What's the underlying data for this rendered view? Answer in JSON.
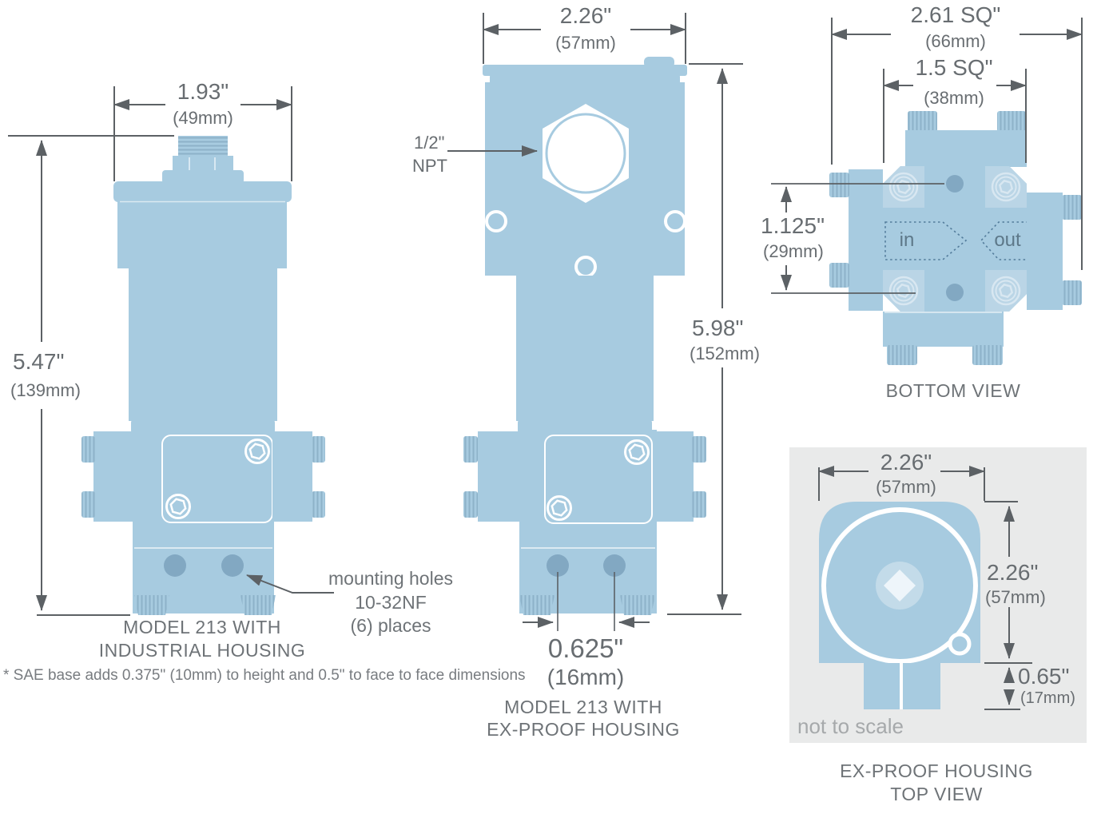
{
  "industrial": {
    "width_in": "1.93\"",
    "width_mm": "(49mm)",
    "height_in": "5.47\"",
    "height_mm": "(139mm)",
    "caption1": "MODEL 213 WITH",
    "caption2": "INDUSTRIAL HOUSING"
  },
  "exproof_front": {
    "width_in": "2.26\"",
    "width_mm": "(57mm)",
    "height_in": "5.98\"",
    "height_mm": "(152mm)",
    "npt1": "1/2\"",
    "npt2": "NPT",
    "holes_in": "0.625\"",
    "holes_mm": "(16mm)",
    "caption1": "MODEL 213 WITH",
    "caption2": "EX-PROOF HOUSING"
  },
  "bottom_view": {
    "outer_in": "2.61 SQ\"",
    "outer_mm": "(66mm)",
    "inner_in": "1.5 SQ\"",
    "inner_mm": "(38mm)",
    "holes_in": "1.125\"",
    "holes_mm": "(29mm)",
    "port_in": "in",
    "port_out": "out",
    "caption": "BOTTOM VIEW"
  },
  "exproof_top": {
    "width_in": "2.26\"",
    "width_mm": "(57mm)",
    "height_in": "2.26\"",
    "height_mm": "(57mm)",
    "base_in": "0.65\"",
    "base_mm": "(17mm)",
    "note": "not to scale",
    "caption1": "EX-PROOF HOUSING",
    "caption2": "TOP VIEW"
  },
  "annotations": {
    "mount1": "mounting holes",
    "mount2": "10-32NF",
    "mount3": "(6) places",
    "footnote": "* SAE base adds 0.375\" (10mm) to height and 0.5\" to face to face dimensions"
  },
  "colors": {
    "body_blue": "#a7cbe0",
    "hole_blue": "#82a8c2",
    "knurl_stripe": "#8db2c9",
    "corner_light": "#bad5e6",
    "inner_light": "#c3dbe9",
    "dim_gray": "#5c6165",
    "text_gray": "#686d71",
    "panel_bg": "#e9eaea",
    "dash_blue": "#537c9b"
  }
}
